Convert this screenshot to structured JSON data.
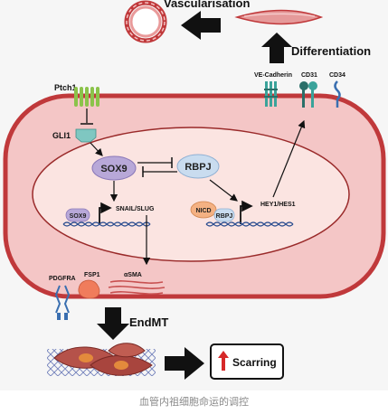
{
  "labels": {
    "vascularisation": "Vascularisation",
    "differentiation": "Differentiation",
    "ptch1": "Ptch1",
    "gli1": "GLI1",
    "sox9_protein": "SOX9",
    "rbpj_protein": "RBPJ",
    "sox9_gene_box": "SOX9",
    "snail_slug": "SNAIL/SLUG",
    "nicd": "NICD",
    "rbpj_gene_box": "RBPJ",
    "hey1_hes1": "HEY1/HES1",
    "ve_cadherin": "VE-Cadherin",
    "cd31": "CD31",
    "cd34": "CD34",
    "pdgfra": "PDGFRA",
    "fsp1": "FSP1",
    "asma": "αSMA",
    "endmt": "EndMT",
    "scarring": "Scarring"
  },
  "caption": "血管内祖细胞命运的调控",
  "colors": {
    "cell_fill": "#f4c6c6",
    "cell_border": "#c0393b",
    "nucleus_fill": "#fbe4e1",
    "nucleus_border": "#9a2a2a",
    "sox9_fill": "#b8a8d8",
    "rbpj_fill": "#c9dcef",
    "nicd_fill": "#f4b183",
    "receptor_teal": "#3aa39a",
    "ptch1_green": "#8bc34a",
    "gli1_teal": "#7fc7c1",
    "dna_blue": "#2b4d8f",
    "arrow_black": "#111111",
    "scar_red": "#d62828",
    "vessel_red": "#e07b7b"
  }
}
